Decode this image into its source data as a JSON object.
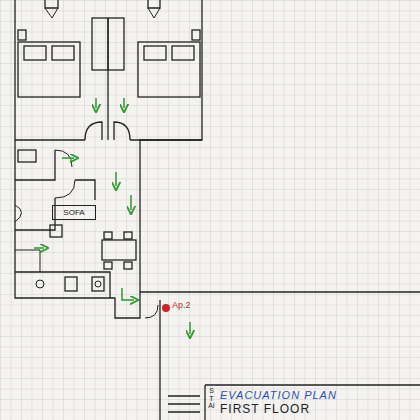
{
  "diagram": {
    "nodes": [
      {
        "text": [
          "SOFA"
        ]
      },
      {
        "text": [
          "EVACUATION PLAN",
          "FIRST FLOOR"
        ]
      }
    ],
    "labels": [
      "Ap.2",
      "STAI"
    ]
  }
}
